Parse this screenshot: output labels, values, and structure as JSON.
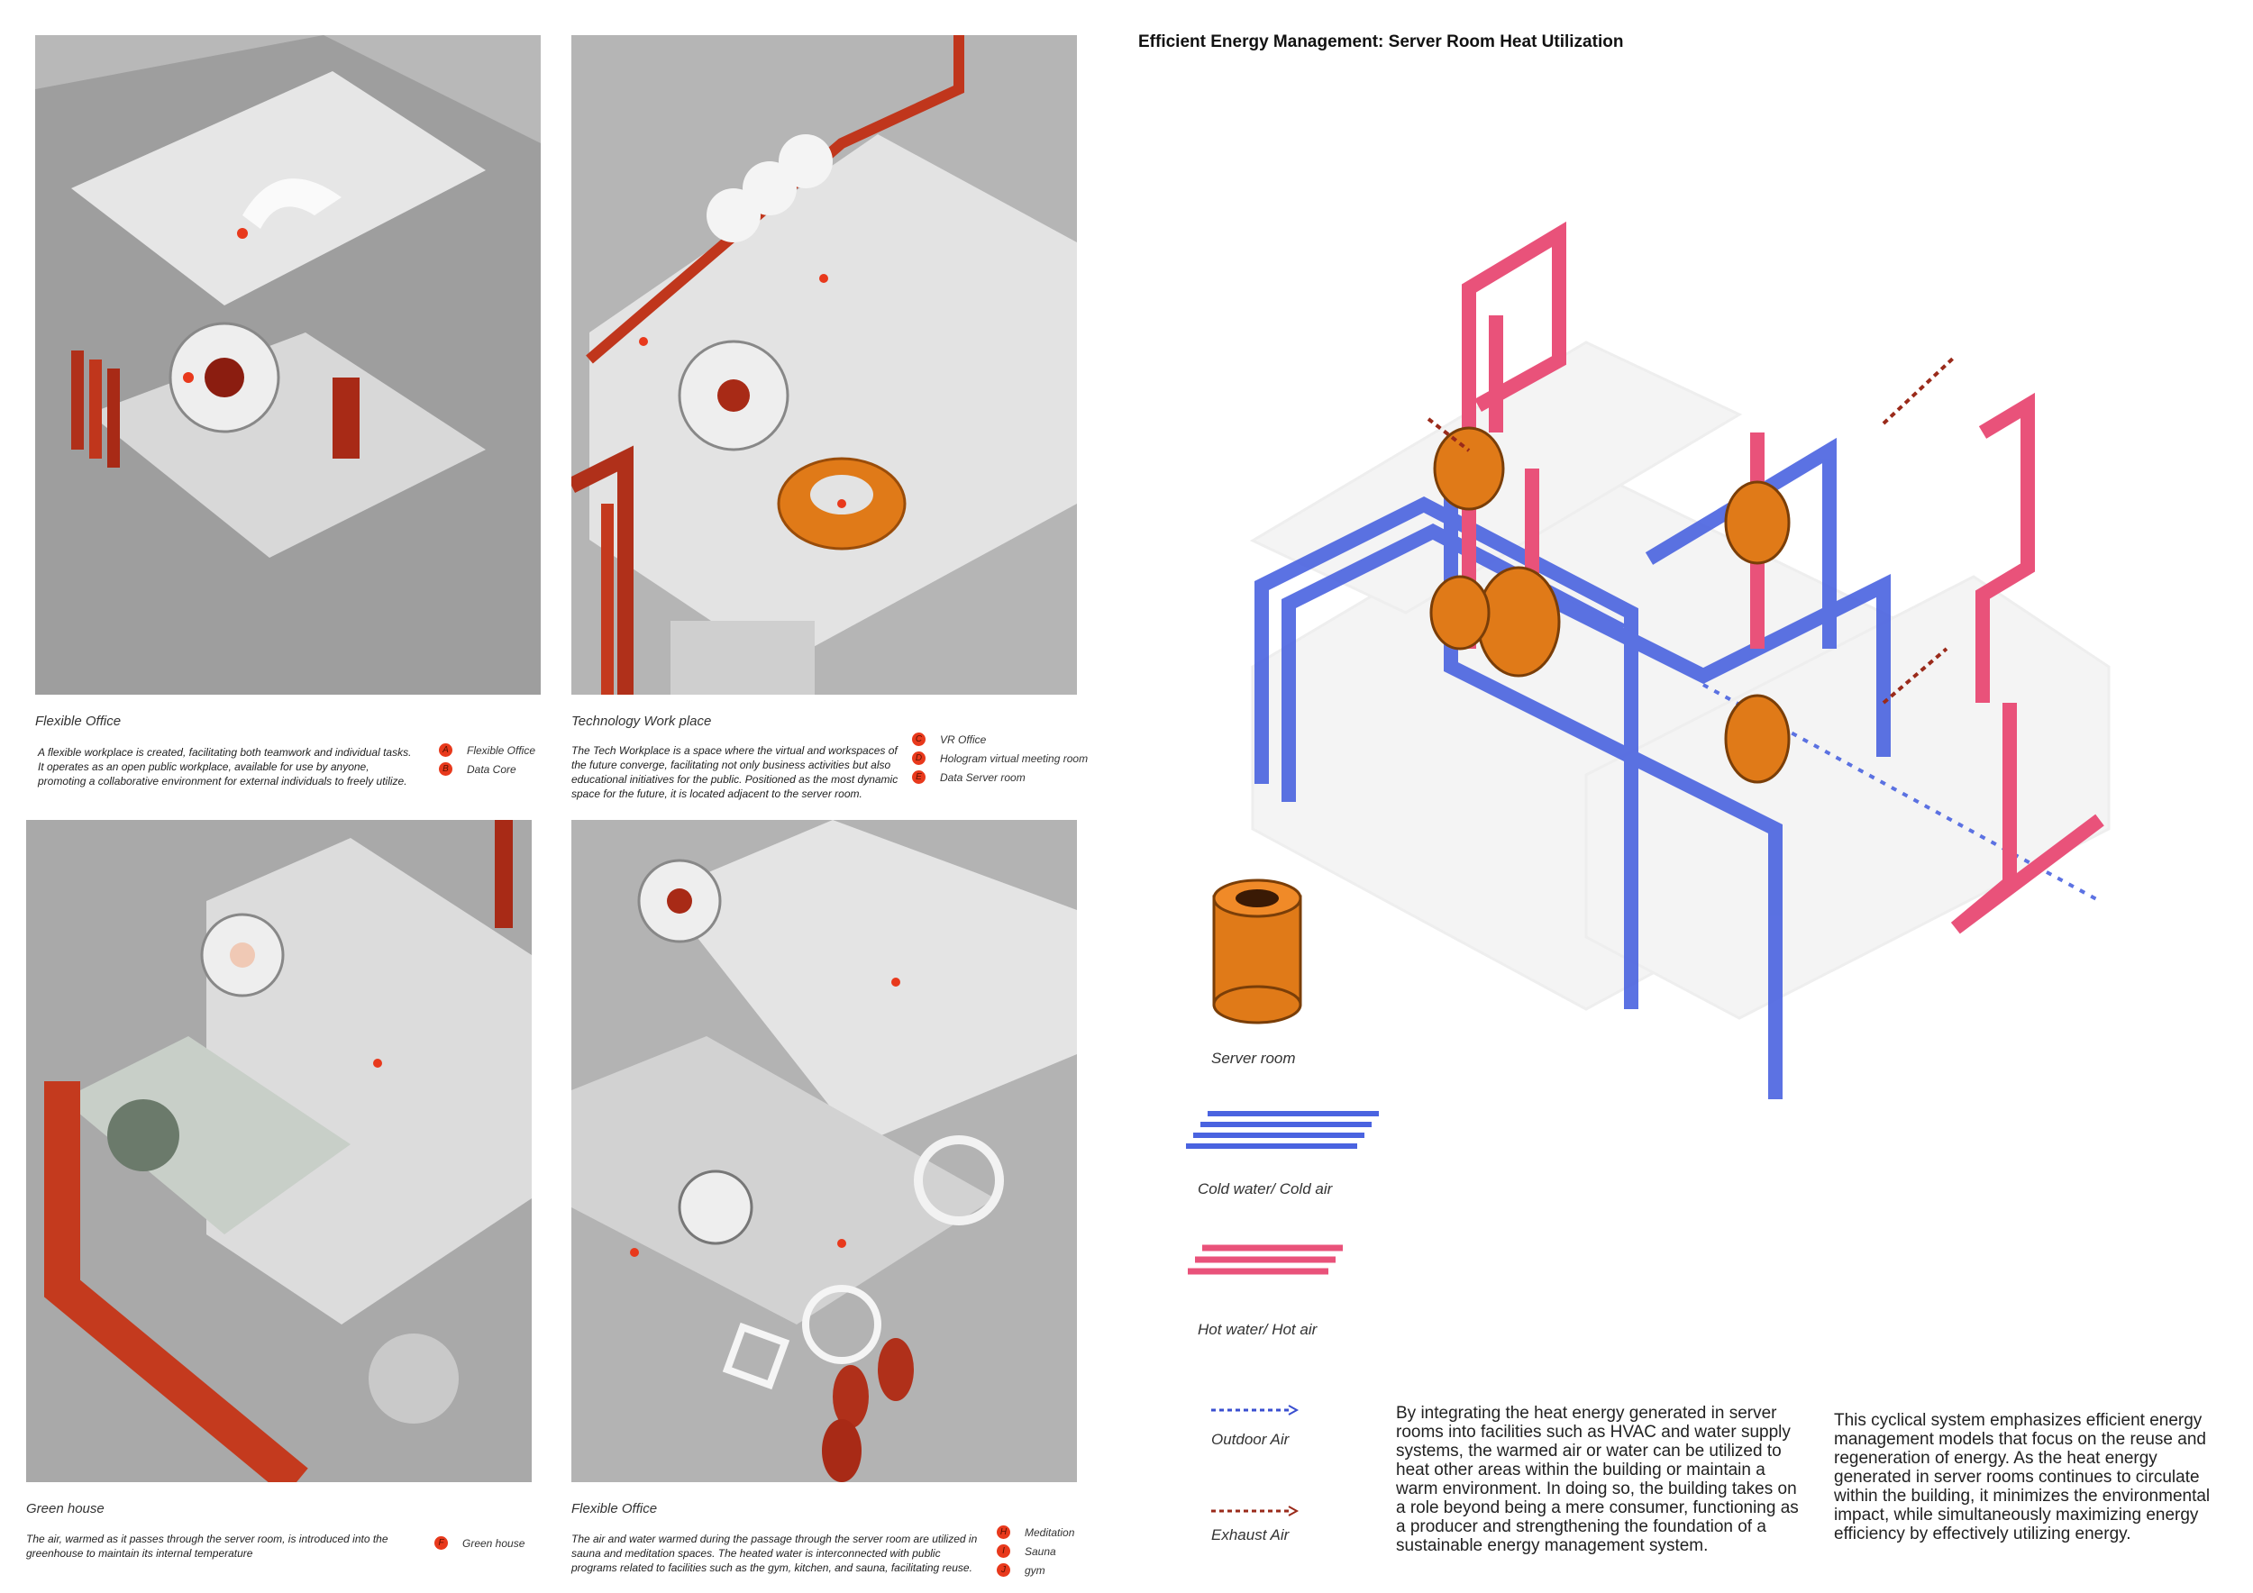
{
  "title": "Efficient Energy Management: Server Room Heat Utilization",
  "panels": [
    {
      "title": "Flexible Office",
      "description": "A flexible workplace is created, facilitating both teamwork and individual tasks. It operates as an open public workplace, available for use by anyone, promoting a collaborative environment for external individuals to freely utilize.",
      "legend": [
        {
          "key": "A",
          "label": "Flexible Office"
        },
        {
          "key": "B",
          "label": "Data Core"
        }
      ]
    },
    {
      "title": "Technology Work place",
      "description": "The Tech Workplace is a space where the virtual and workspaces of the future converge, facilitating not only business activities but also educational initiatives for the public. Positioned as the most dynamic space for the future, it is located adjacent to the server room.",
      "legend": [
        {
          "key": "C",
          "label": "VR Office"
        },
        {
          "key": "D",
          "label": "Hologram virtual meeting room"
        },
        {
          "key": "E",
          "label": "Data Server room"
        }
      ]
    },
    {
      "title": "Green house",
      "description": "The air, warmed as it passes through the server room, is introduced into the greenhouse to maintain its internal temperature",
      "legend": [
        {
          "key": "F",
          "label": "Green house"
        }
      ]
    },
    {
      "title": "Flexible Office",
      "description": "The air and water warmed during the passage through the server room are utilized in sauna and meditation spaces. The heated water is interconnected with public programs related to facilities such as the gym, kitchen, and sauna, facilitating reuse.",
      "legend": [
        {
          "key": "H",
          "label": "Meditation"
        },
        {
          "key": "I",
          "label": "Sauna"
        },
        {
          "key": "J",
          "label": "gym"
        }
      ]
    }
  ],
  "diagram_legend": {
    "server_room": "Server room",
    "cold": "Cold water/ Cold air",
    "hot": "Hot water/ Hot air",
    "outdoor": "Outdoor Air",
    "exhaust": "Exhaust Air"
  },
  "colors": {
    "cold": "#4a63e0",
    "hot": "#e9527a",
    "server": "#e07a18",
    "marker": "#e8391c",
    "exhaust": "#9a2a1a"
  },
  "paragraphs": [
    "By integrating the heat energy generated in server rooms into facilities such as HVAC and water supply systems, the warmed air or water can be utilized to heat other areas within the building or maintain a warm environment. In doing so, the building takes on a role beyond being a mere consumer, functioning as a producer and strengthening the foundation of a sustainable energy management system.",
    "This cyclical system emphasizes efficient energy management models that focus on the reuse and regeneration of energy. As the heat energy generated in server rooms continues to circulate within the building, it minimizes the environmental impact, while simultaneously maximizing energy efficiency by effectively utilizing energy."
  ]
}
